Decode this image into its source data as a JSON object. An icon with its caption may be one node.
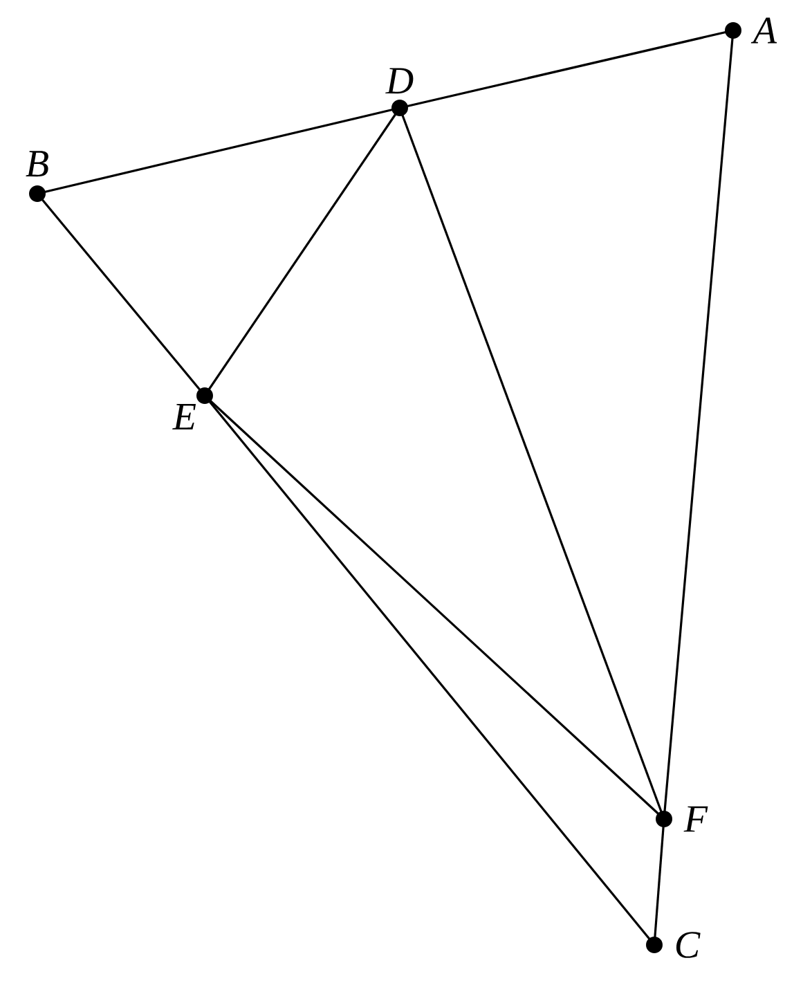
{
  "diagram": {
    "nodes": [
      {
        "text": [
          "A"
        ]
      },
      {
        "text": [
          "B"
        ]
      },
      {
        "text": [
          "C"
        ]
      },
      {
        "text": [
          "D"
        ]
      },
      {
        "text": [
          "E"
        ]
      },
      {
        "text": [
          "F"
        ]
      }
    ],
    "edges": [
      {
        "from": 0,
        "to": 3,
        "arrow": "none"
      },
      {
        "from": 3,
        "to": 1,
        "arrow": "none"
      },
      {
        "from": 1,
        "to": 4,
        "arrow": "none"
      },
      {
        "from": 4,
        "to": 2,
        "arrow": "none"
      },
      {
        "from": 0,
        "to": 5,
        "arrow": "none"
      },
      {
        "from": 5,
        "to": 2,
        "arrow": "none"
      },
      {
        "from": 3,
        "to": 4,
        "arrow": "none"
      },
      {
        "from": 3,
        "to": 5,
        "arrow": "none"
      },
      {
        "from": 4,
        "to": 5,
        "arrow": "none"
      }
    ]
  }
}
